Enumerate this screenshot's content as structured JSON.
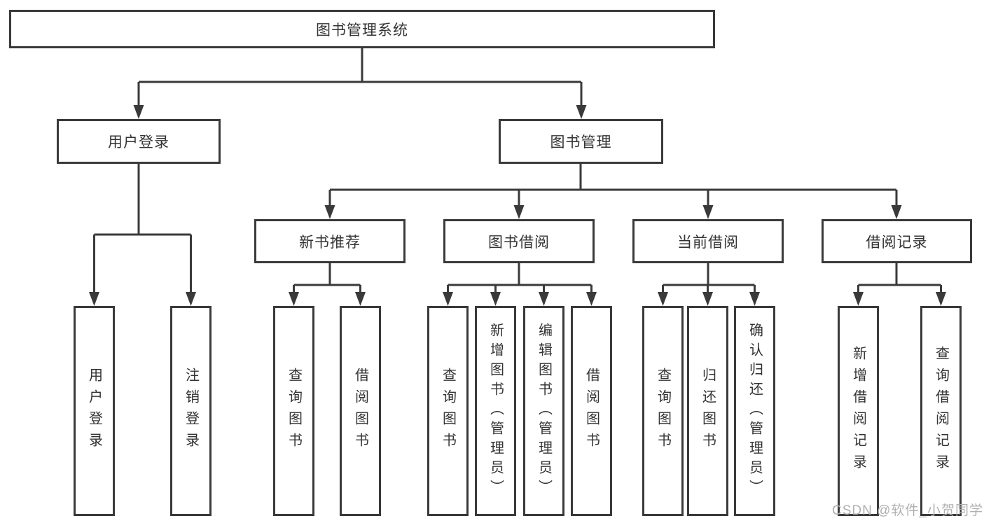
{
  "diagram_title": "图书管理系统",
  "tree": {
    "label": "图书管理系统",
    "children": [
      {
        "label": "用户登录",
        "children": [
          {
            "label": "用户登录"
          },
          {
            "label": "注销登录"
          }
        ]
      },
      {
        "label": "图书管理",
        "children": [
          {
            "label": "新书推荐",
            "children": [
              {
                "label": "查询图书"
              },
              {
                "label": "借阅图书"
              }
            ]
          },
          {
            "label": "图书借阅",
            "children": [
              {
                "label": "查询图书"
              },
              {
                "label": "新增图书（管理员）"
              },
              {
                "label": "编辑图书（管理员）"
              },
              {
                "label": "借阅图书"
              }
            ]
          },
          {
            "label": "当前借阅",
            "children": [
              {
                "label": "查询图书"
              },
              {
                "label": "归还图书"
              },
              {
                "label": "确认归还（管理员）"
              }
            ]
          },
          {
            "label": "借阅记录",
            "children": [
              {
                "label": "新增借阅记录"
              },
              {
                "label": "查询借阅记录"
              }
            ]
          }
        ]
      }
    ]
  },
  "watermark": {
    "text": "CSDN @软件_小贺同学"
  },
  "colors": {
    "line": "#3a3a3a",
    "text": "#333333",
    "background": "#ffffff",
    "watermark": "#b0b0b0"
  }
}
